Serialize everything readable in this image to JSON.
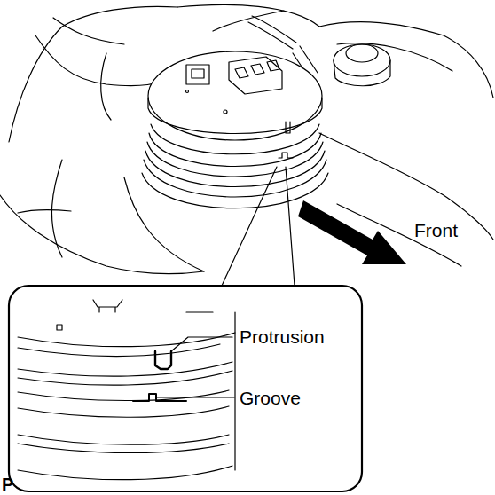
{
  "diagram": {
    "labels": [
      "Protrusion",
      "Groove",
      "Front",
      "P"
    ]
  }
}
